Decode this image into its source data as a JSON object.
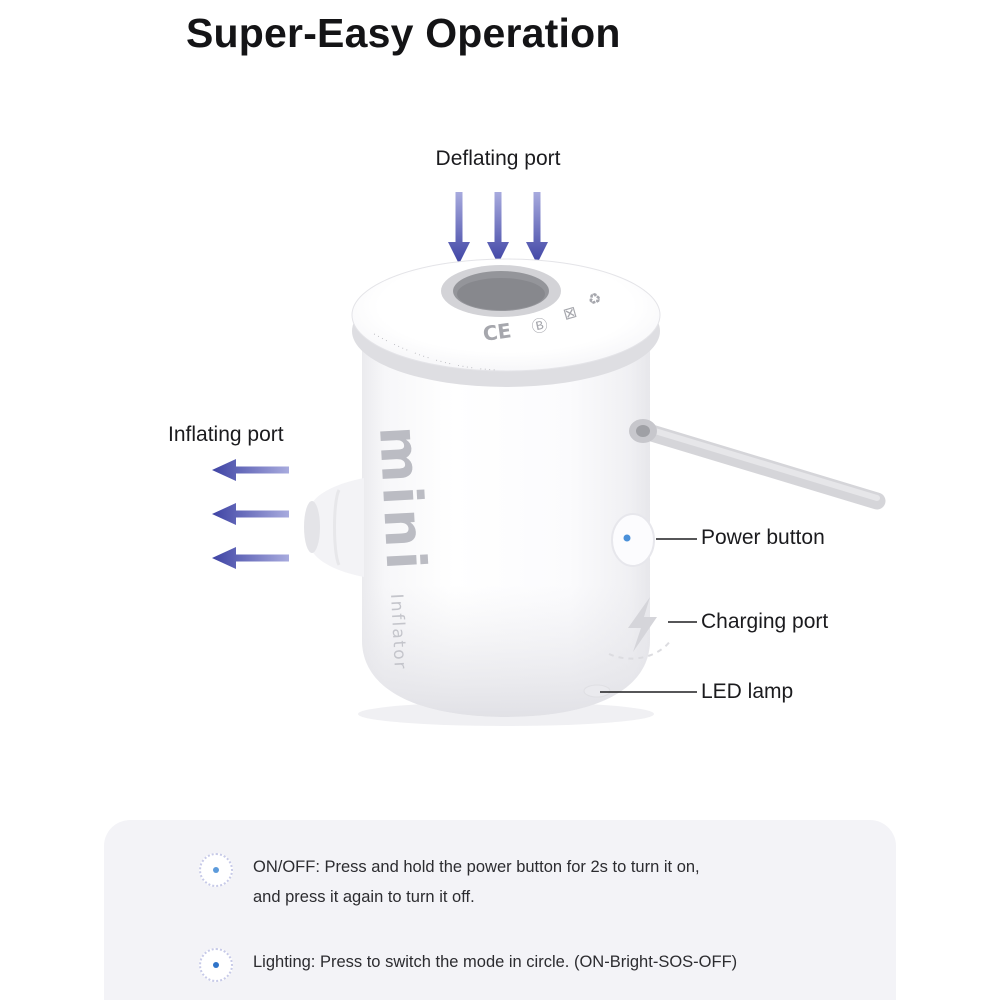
{
  "page": {
    "title": "Super-Easy Operation"
  },
  "callouts": {
    "deflating_port": "Deflating port",
    "inflating_port": "Inflating port",
    "power_button": "Power button",
    "charging_port": "Charging port",
    "led_lamp": "LED lamp"
  },
  "device": {
    "brand": "mini",
    "brand_subtitle": "Inflator",
    "marks": [
      "CE",
      "Ⓑ",
      "⊠",
      "♻"
    ],
    "micro_text": "···· ···· ···· ···· ···· ····"
  },
  "instructions": [
    {
      "icon": "power-indicator-icon",
      "line1": "ON/OFF: Press and hold the power button for 2s to turn it on,",
      "line2": "and press it again to turn it off."
    },
    {
      "icon": "light-indicator-icon",
      "line1": "Lighting: Press to switch the mode in circle. (ON-Bright-SOS-OFF)",
      "line2": ""
    }
  ],
  "colors": {
    "arrow_light": "#a8abde",
    "arrow_dark": "#3e43a4",
    "panel_bg": "#f3f3f7",
    "indicator_blue": "#3f85d6",
    "leader_line": "#1e1e20"
  }
}
